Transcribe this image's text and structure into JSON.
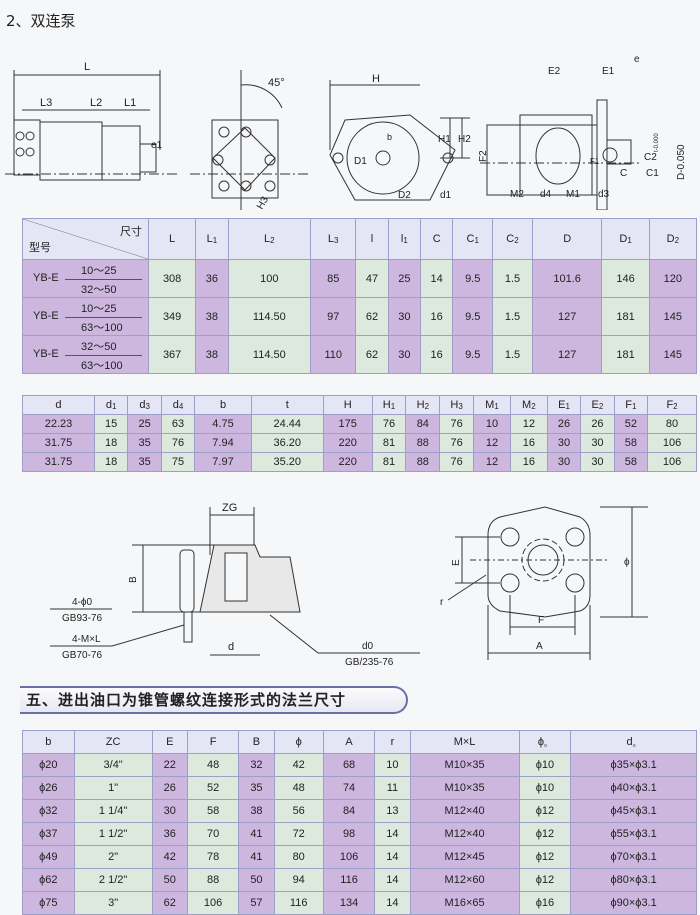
{
  "section_title": "2、双连泵",
  "drawings": {
    "side": {
      "L": "L",
      "L3": "L3",
      "L2": "L2",
      "L1": "L1",
      "e1": "e1"
    },
    "front": {
      "angle": "45°",
      "H3": "H3"
    },
    "flange": {
      "H": "H",
      "H1": "H1",
      "H2": "H2",
      "b": "b",
      "D1": "D1",
      "D2": "D2",
      "d1": "d1"
    },
    "rear": {
      "E2": "E2",
      "E1": "E1",
      "e": "e",
      "F2": "F2",
      "F1": "F1",
      "tol": "D-0.050",
      "small": "t-0.000",
      "C2": "C2",
      "C": "C",
      "C1": "C1",
      "M2": "M2",
      "d4": "d4",
      "M1": "M1",
      "d3": "d3"
    },
    "section": {
      "ZG": "ZG",
      "B": "B",
      "d": "d",
      "washer": "4-ϕ0",
      "washer_std": "GB93-76",
      "screw": "4-M×L",
      "screw_std": "GB70-76",
      "oring": "d0",
      "oring_std": "GB/235-76"
    },
    "plate": {
      "E": "E",
      "F": "F",
      "A": "A",
      "r": "r",
      "phi": "ϕ"
    }
  },
  "table1": {
    "corner_top": "尺寸",
    "corner_bottom": "型号",
    "headers": [
      [
        "L",
        ""
      ],
      [
        "L",
        "1"
      ],
      [
        "L",
        "2"
      ],
      [
        "L",
        "3"
      ],
      [
        "l",
        ""
      ],
      [
        "l",
        "1"
      ],
      [
        "C",
        ""
      ],
      [
        "C",
        "1"
      ],
      [
        "C",
        "2"
      ],
      [
        "D",
        ""
      ],
      [
        "D",
        "1"
      ],
      [
        "D",
        "2"
      ]
    ],
    "rows": [
      {
        "model": "YB-E",
        "a": "10～25",
        "b": "32～50",
        "values": [
          "308",
          "36",
          "100",
          "85",
          "47",
          "25",
          "14",
          "9.5",
          "1.5",
          "101.6",
          "146",
          "120"
        ]
      },
      {
        "model": "YB-E",
        "a": "10～25",
        "b": "63～100",
        "values": [
          "349",
          "38",
          "114.50",
          "97",
          "62",
          "30",
          "16",
          "9.5",
          "1.5",
          "127",
          "181",
          "145"
        ]
      },
      {
        "model": "YB-E",
        "a": "32～50",
        "b": "63～100",
        "values": [
          "367",
          "38",
          "114.50",
          "110",
          "62",
          "30",
          "16",
          "9.5",
          "1.5",
          "127",
          "181",
          "145"
        ]
      }
    ]
  },
  "table2": {
    "headers": [
      [
        "d",
        ""
      ],
      [
        "d",
        "1"
      ],
      [
        "d",
        "3"
      ],
      [
        "d",
        "4"
      ],
      [
        "b",
        ""
      ],
      [
        "t",
        ""
      ],
      [
        "H",
        ""
      ],
      [
        "H",
        "1"
      ],
      [
        "H",
        "2"
      ],
      [
        "H",
        "3"
      ],
      [
        "M",
        "1"
      ],
      [
        "M",
        "2"
      ],
      [
        "E",
        "1"
      ],
      [
        "E",
        "2"
      ],
      [
        "F",
        "1"
      ],
      [
        "F",
        "2"
      ]
    ],
    "rows": [
      [
        "22.23",
        "15",
        "25",
        "63",
        "4.75",
        "24.44",
        "175",
        "76",
        "84",
        "76",
        "10",
        "12",
        "26",
        "26",
        "52",
        "80"
      ],
      [
        "31.75",
        "18",
        "35",
        "76",
        "7.94",
        "36.20",
        "220",
        "81",
        "88",
        "76",
        "12",
        "16",
        "30",
        "30",
        "58",
        "106"
      ],
      [
        "31.75",
        "18",
        "35",
        "75",
        "7.97",
        "35.20",
        "220",
        "81",
        "88",
        "76",
        "12",
        "16",
        "30",
        "30",
        "58",
        "106"
      ]
    ]
  },
  "banner": "五、进出油口为锥管螺纹连接形式的法兰尺寸",
  "table3": {
    "headers": [
      [
        "b",
        ""
      ],
      [
        "ZC",
        ""
      ],
      [
        "E",
        ""
      ],
      [
        "F",
        ""
      ],
      [
        "B",
        ""
      ],
      [
        "ϕ",
        ""
      ],
      [
        "A",
        ""
      ],
      [
        "r",
        ""
      ],
      [
        "M×L",
        ""
      ],
      [
        "ϕ",
        "。"
      ],
      [
        "d",
        "。"
      ]
    ],
    "rows": [
      [
        "ϕ20",
        "3/4\"",
        "22",
        "48",
        "32",
        "42",
        "68",
        "10",
        "M10×35",
        "ϕ10",
        "ϕ35×ϕ3.1"
      ],
      [
        "ϕ26",
        "1\"",
        "26",
        "52",
        "35",
        "48",
        "74",
        "11",
        "M10×35",
        "ϕ10",
        "ϕ40×ϕ3.1"
      ],
      [
        "ϕ32",
        "1 1/4\"",
        "30",
        "58",
        "38",
        "56",
        "84",
        "13",
        "M12×40",
        "ϕ12",
        "ϕ45×ϕ3.1"
      ],
      [
        "ϕ37",
        "1 1/2\"",
        "36",
        "70",
        "41",
        "72",
        "98",
        "14",
        "M12×40",
        "ϕ12",
        "ϕ55×ϕ3.1"
      ],
      [
        "ϕ49",
        "2\"",
        "42",
        "78",
        "41",
        "80",
        "106",
        "14",
        "M12×45",
        "ϕ12",
        "ϕ70×ϕ3.1"
      ],
      [
        "ϕ62",
        "2 1/2\"",
        "50",
        "88",
        "50",
        "94",
        "116",
        "14",
        "M12×60",
        "ϕ12",
        "ϕ80×ϕ3.1"
      ],
      [
        "ϕ75",
        "3\"",
        "62",
        "106",
        "57",
        "116",
        "134",
        "14",
        "M16×65",
        "ϕ16",
        "ϕ90×ϕ3.1"
      ]
    ]
  },
  "colors": {
    "header": "#e4e6f5",
    "purple": "#cdb7df",
    "green": "#dce9dc",
    "border": "#9aa0c8"
  }
}
